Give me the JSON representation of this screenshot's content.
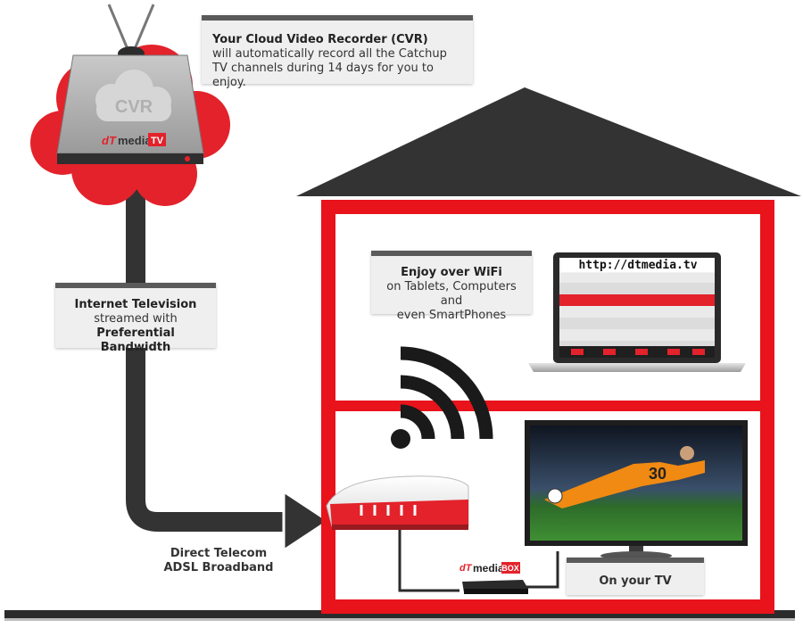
{
  "colors": {
    "house_red": "#e8131b",
    "roof": "#333333",
    "cable": "#333333",
    "cloud": "#e3222b",
    "callout_bg": "#efefef",
    "callout_top": "#5a5a5a"
  },
  "cvr_device": {
    "badge": "CVR",
    "brand_prefix": "media",
    "brand_suffix": "TV"
  },
  "cvr_callout": {
    "title": "Your Cloud Video Recorder (CVR)",
    "body": "will automatically record all the Catchup TV channels during 14 days for you to enjoy."
  },
  "internet_callout": {
    "line1": "Internet Television",
    "line2": "streamed with",
    "line3": "Preferential Bandwidth"
  },
  "wifi_callout": {
    "title": "Enjoy over WiFi",
    "line2": "on Tablets, Computers and",
    "line3": "even SmartPhones"
  },
  "laptop": {
    "url": "http://dtmedia.tv"
  },
  "adsl_label": {
    "line1": "Direct Telecom",
    "line2": "ADSL Broadband"
  },
  "tv": {
    "jersey_number": "30"
  },
  "tv_callout": {
    "label": "On your TV"
  },
  "settop_box": {
    "brand_prefix": "media",
    "brand_suffix": "BOX"
  },
  "icons": [
    "wifi-icon",
    "cloud-icon",
    "router-icon",
    "laptop-icon",
    "television-icon",
    "set-top-box-icon"
  ]
}
